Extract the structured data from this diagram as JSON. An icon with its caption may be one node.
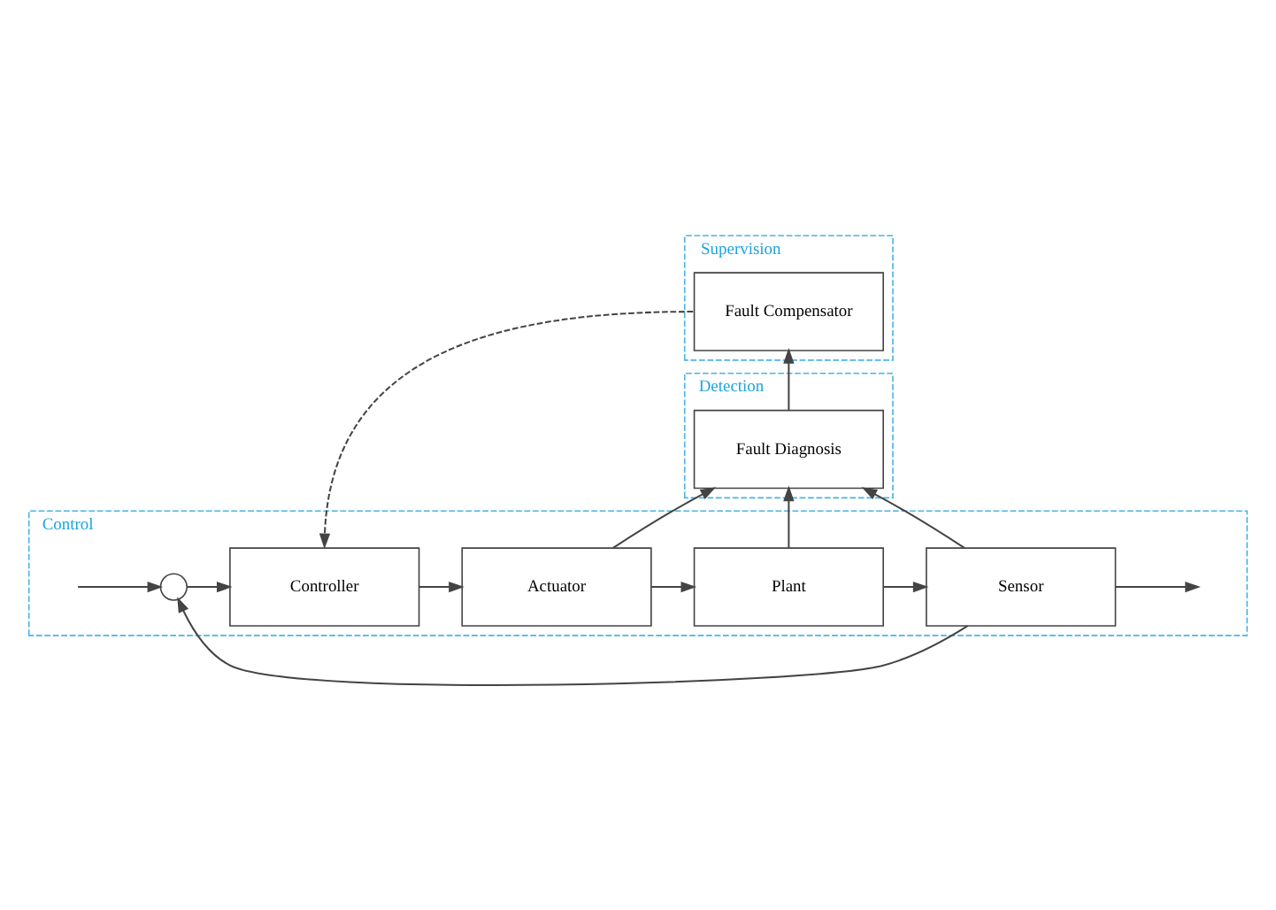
{
  "diagram": {
    "nodes": [
      {
        "text": [
          "Supervision"
        ]
      },
      {
        "text": [
          "Fault Compensator"
        ],
        "in": 0
      },
      {
        "text": [
          "Detection"
        ]
      },
      {
        "text": [
          "Fault Diagnosis"
        ],
        "in": 2
      },
      {
        "text": [
          "Control"
        ]
      },
      {
        "text": [],
        "shape": "circle",
        "in": 4
      },
      {
        "text": [
          "Controller"
        ],
        "in": 4
      },
      {
        "text": [
          "Actuator"
        ],
        "in": 4
      },
      {
        "text": [
          "Plant"
        ],
        "in": 4
      },
      {
        "text": [
          "Sensor"
        ],
        "in": 4
      }
    ],
    "edges": [
      {
        "from": null,
        "to": 5,
        "arrow": "to"
      },
      {
        "from": 5,
        "to": 6,
        "arrow": "to"
      },
      {
        "from": 6,
        "to": 7,
        "arrow": "to"
      },
      {
        "from": 7,
        "to": 8,
        "arrow": "to"
      },
      {
        "from": 8,
        "to": 9,
        "arrow": "to"
      },
      {
        "from": 9,
        "to": null,
        "arrow": "to"
      },
      {
        "from": 9,
        "to": 5,
        "arrow": "to"
      },
      {
        "from": 7,
        "to": 3,
        "arrow": "to"
      },
      {
        "from": 8,
        "to": 3,
        "arrow": "to"
      },
      {
        "from": 9,
        "to": 3,
        "arrow": "to"
      },
      {
        "from": 3,
        "to": 1,
        "arrow": "to"
      },
      {
        "from": 1,
        "to": 6,
        "arrow": "to",
        "style": "dashed"
      }
    ]
  }
}
